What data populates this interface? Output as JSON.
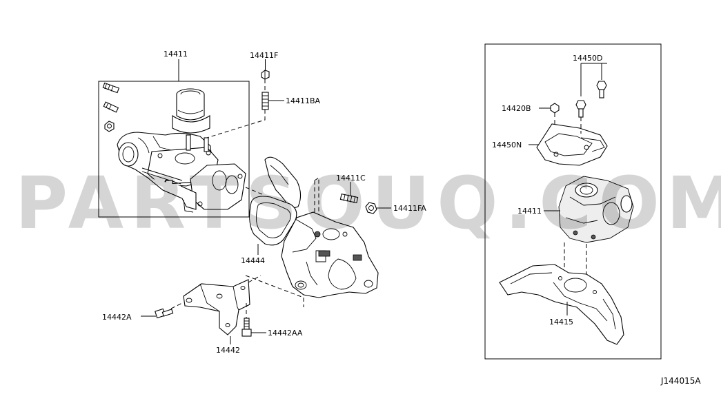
{
  "drawing_code": "J144015A",
  "watermark": "PARTSOUQ.COM",
  "callouts": {
    "p14411": "14411",
    "p14411F": "14411F",
    "p14411BA": "14411BA",
    "p14411C": "14411C",
    "p14411FA": "14411FA",
    "p14444": "14444",
    "p14442A": "14442A",
    "p14442AA": "14442AA",
    "p14442": "14442",
    "p14450D": "14450D",
    "p14420B": "14420B",
    "p14450N": "14450N",
    "p14411_inset": "14411",
    "p14415": "14415"
  }
}
